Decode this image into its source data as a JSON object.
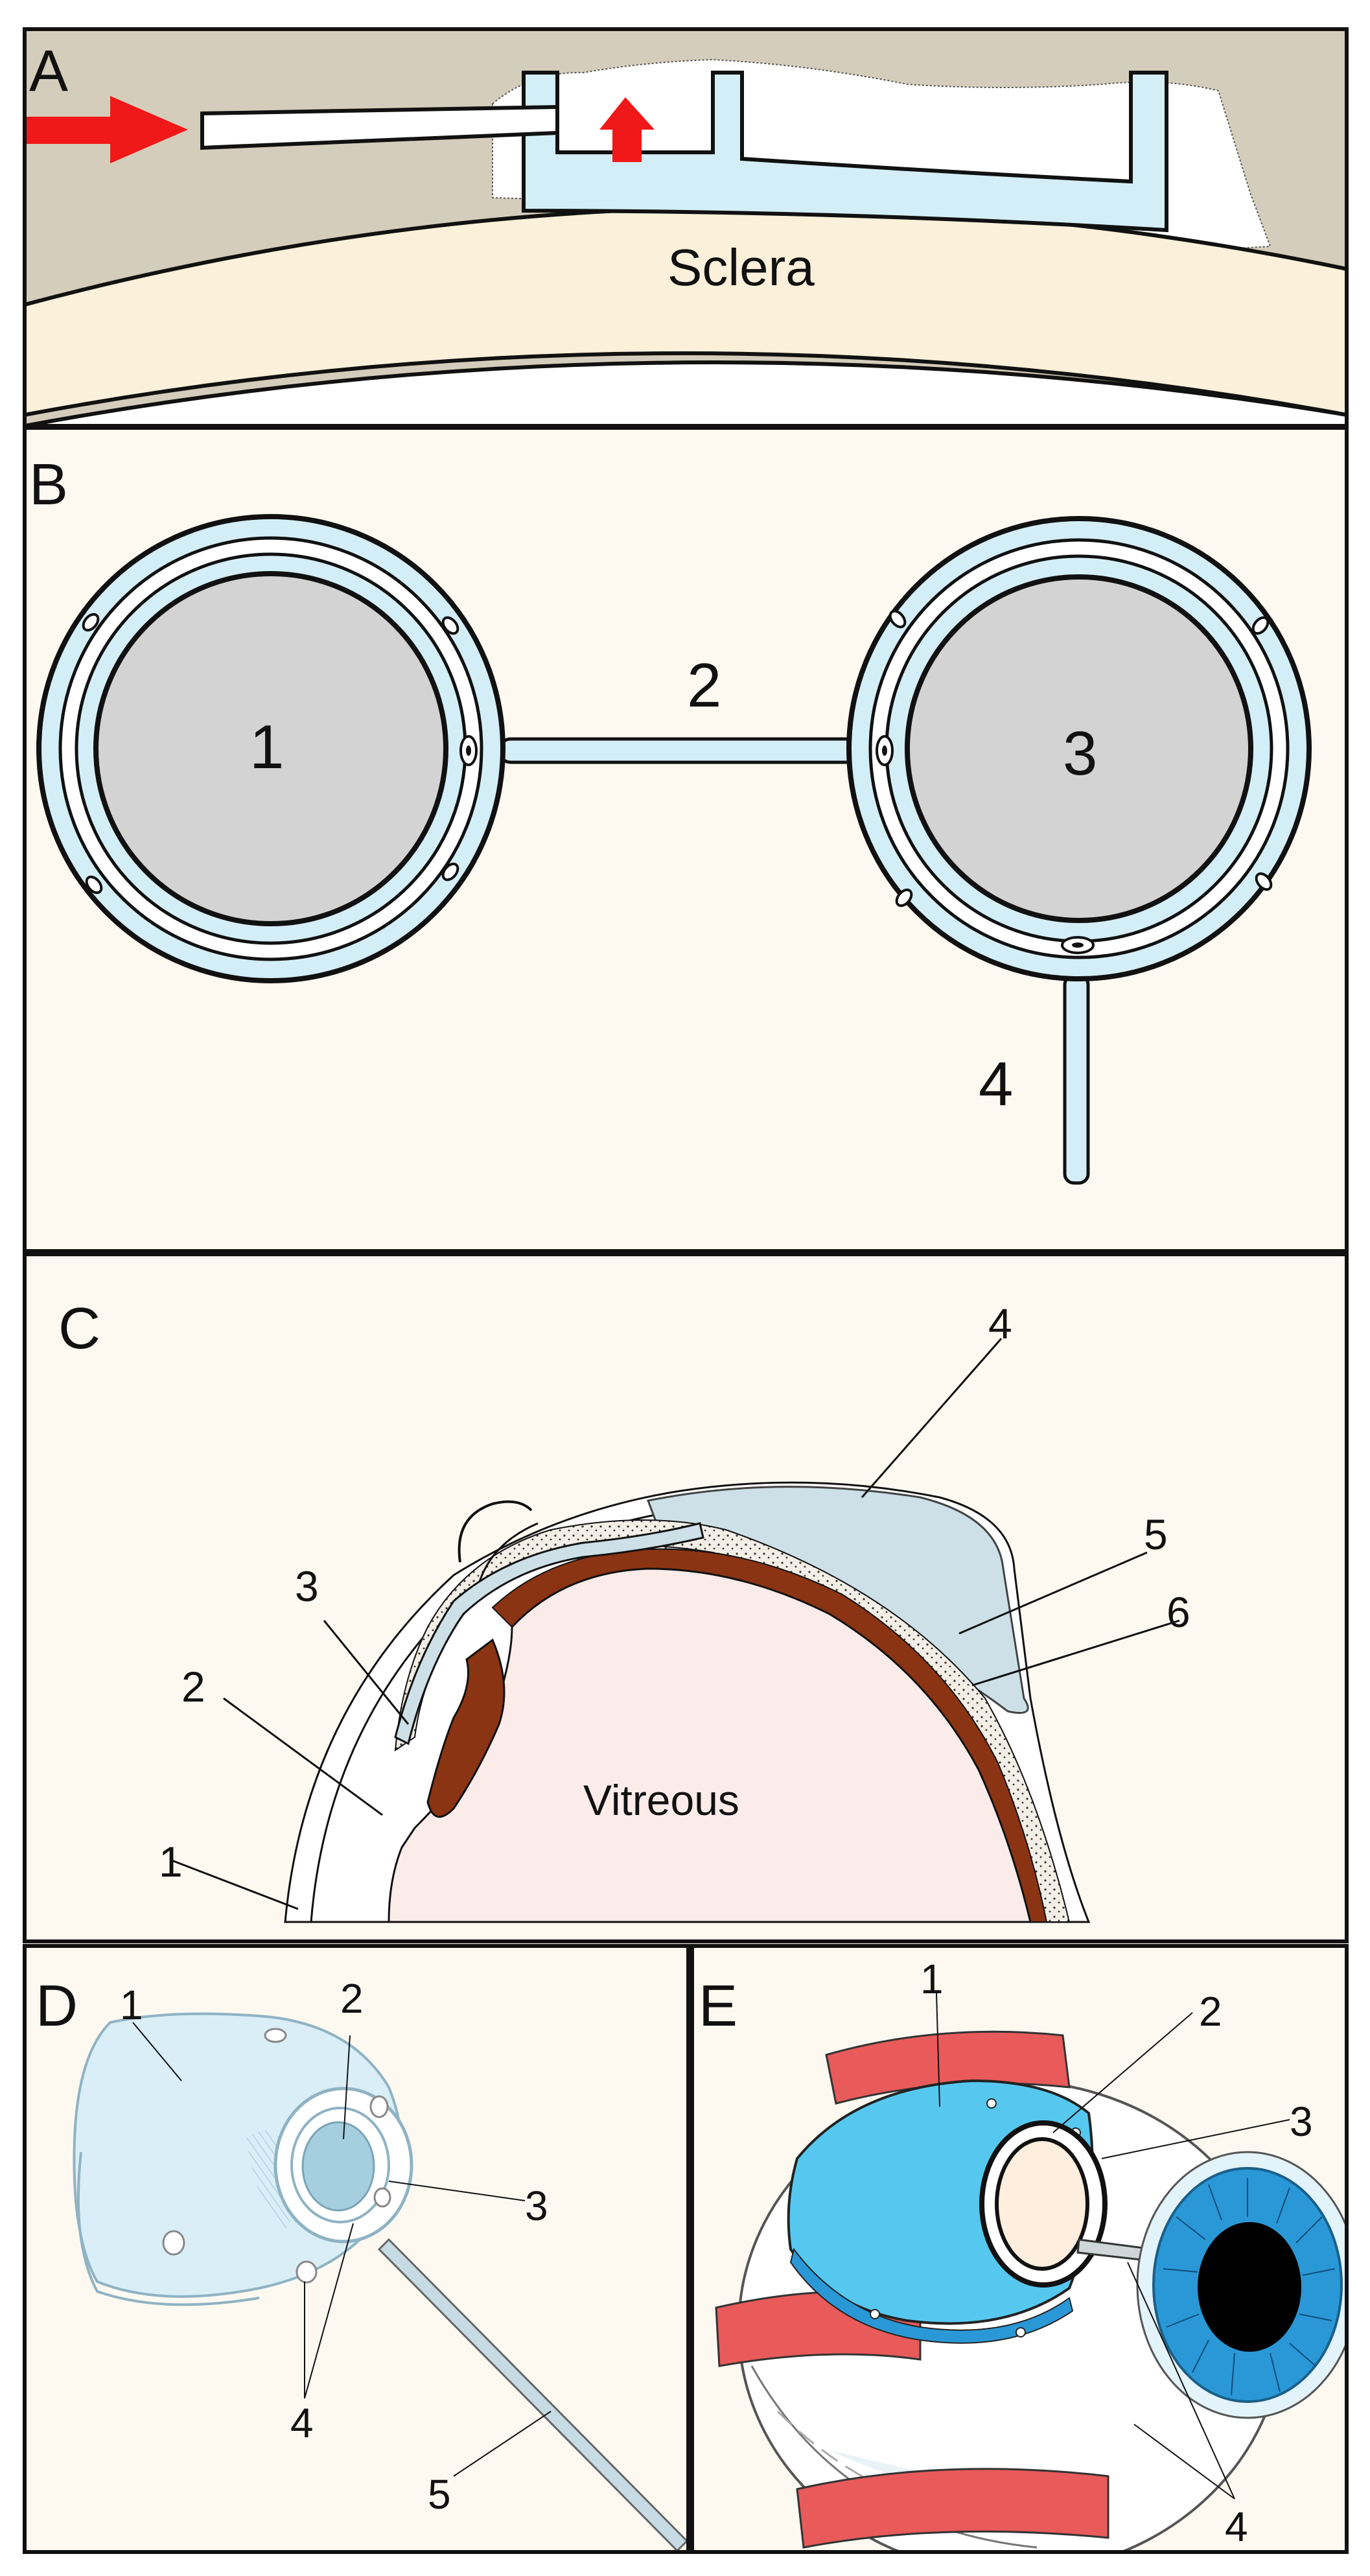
{
  "panels": {
    "a": {
      "letter": "A",
      "sclera_label": "Sclera"
    },
    "b": {
      "letter": "B",
      "labels": [
        "1",
        "2",
        "3",
        "4"
      ]
    },
    "c": {
      "letter": "C",
      "vitreous_label": "Vitreous",
      "labels": [
        "1",
        "2",
        "3",
        "4",
        "5",
        "6"
      ]
    },
    "d": {
      "letter": "D",
      "labels": [
        "1",
        "2",
        "3",
        "4",
        "5"
      ]
    },
    "e": {
      "letter": "E",
      "labels": [
        "1",
        "2",
        "3",
        "4"
      ]
    }
  },
  "colors": {
    "device_blue": "#d4eef7",
    "device_bright_blue": "#56c8f0",
    "iris_blue": "#2a98d6",
    "muscle_red": "#e95a5a",
    "sclera_cream": "#fbf0da",
    "background_beige": "#d5cdbb",
    "flow_arrow_red": "#f01818",
    "choroid_brown": "#8b3414",
    "vitreous_pink": "#fbecea",
    "panel_bg": "#fdf9f1"
  }
}
